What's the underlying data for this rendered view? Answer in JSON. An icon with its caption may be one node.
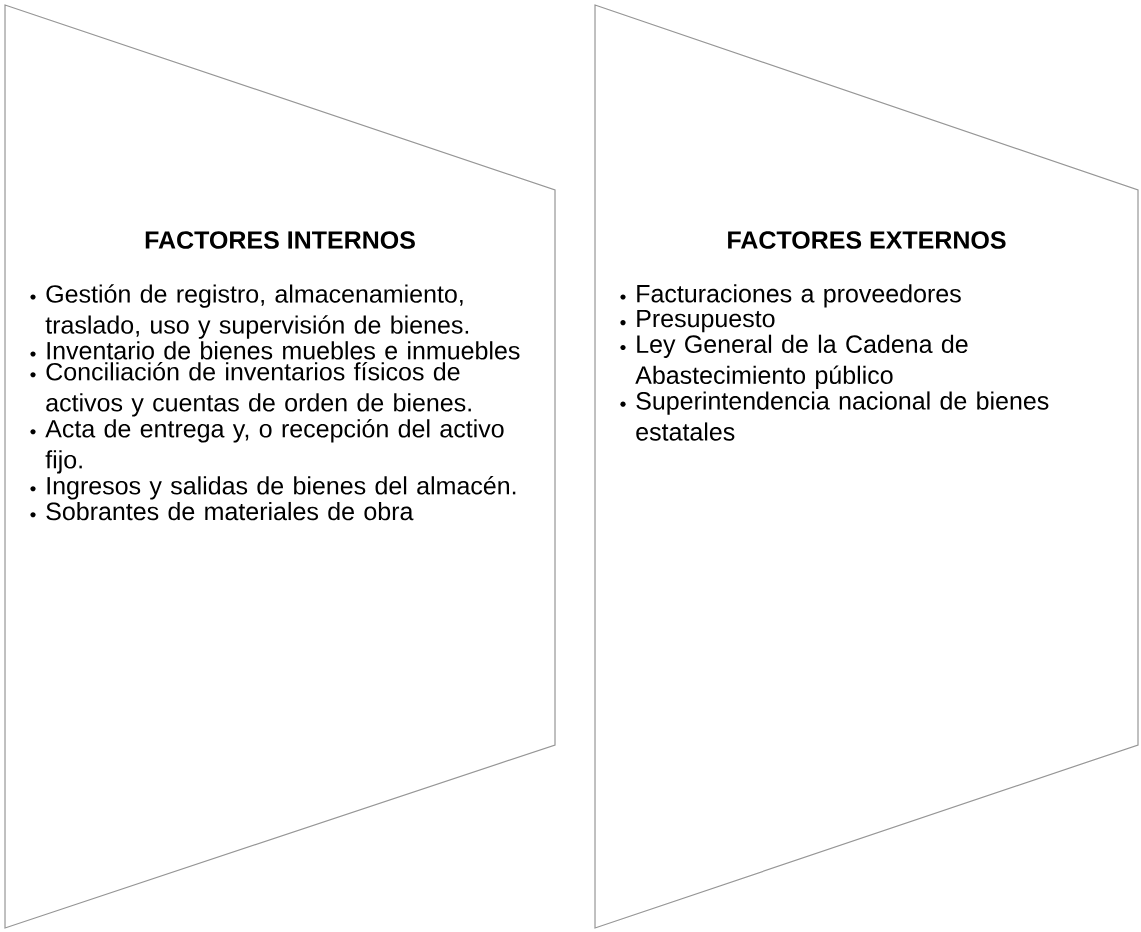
{
  "diagram": {
    "nodes": [
      {
        "text": [
          "FACTORES INTERNOS",
          "Gestión de registro, almacenamiento, traslado, uso y supervisión de bienes.",
          "Inventario de bienes muebles e inmuebles",
          "Conciliación de inventarios físicos de activos y cuentas de orden de bienes.",
          "Acta de entrega y, o recepción del activo fijo.",
          "Ingresos y salidas de bienes del almacén.",
          "Sobrantes de materiales de obra"
        ]
      },
      {
        "text": [
          "FACTORES EXTERNOS",
          "Facturaciones a proveedores",
          "Presupuesto",
          "Ley General de la Cadena de Abastecimiento público",
          "Superintendencia nacional de bienes estatales"
        ]
      }
    ]
  }
}
